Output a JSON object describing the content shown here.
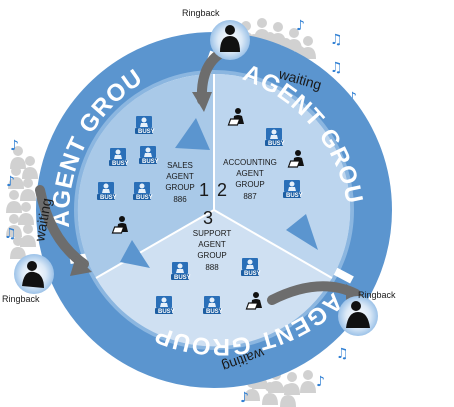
{
  "ring_label": "AGENT GROUP",
  "waiting_label": "waiting",
  "ringback_label": "Ringback",
  "busy_label": "BUSY",
  "groups": [
    {
      "number": "1",
      "name_lines": [
        "SALES",
        "AGENT",
        "GROUP"
      ],
      "ext": "886"
    },
    {
      "number": "2",
      "name_lines": [
        "ACCOUNTING",
        "AGENT",
        "GROUP"
      ],
      "ext": "887"
    },
    {
      "number": "3",
      "name_lines": [
        "SUPPORT",
        "AGENT",
        "GROUP"
      ],
      "ext": "888"
    }
  ],
  "colors": {
    "ring": "#5b95cf",
    "ring_inner": "#8bb6e0",
    "sector_sales": "#a9c9e8",
    "sector_accounting": "#bcd5ee",
    "sector_support": "#cfe0f2",
    "busy_badge": "#2a6fb8",
    "arrow_gray": "#6d6d6d",
    "crowd_gray": "#a8a8a8",
    "note_blue": "#2f7fd3"
  }
}
